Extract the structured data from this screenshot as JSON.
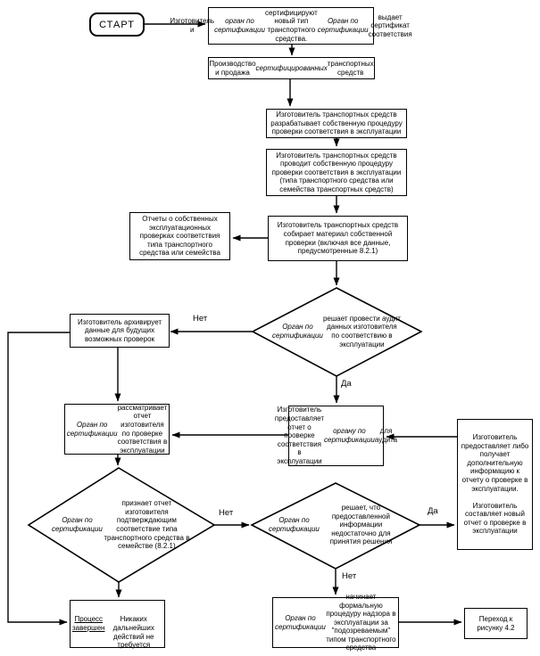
{
  "labels": {
    "yes": "Да",
    "no": "Нет"
  },
  "nodes": {
    "start": "СТАРТ",
    "certify": [
      {
        "t": "Изготовитель и "
      },
      {
        "t": "орган по сертификации",
        "i": 1
      },
      {
        "t": " сертифицируют новый тип транспортного средства. "
      },
      {
        "t": "Орган по сертификации",
        "i": 1
      },
      {
        "t": " выдает сертификат соответствия"
      }
    ],
    "production": [
      {
        "t": "Производство и продажа "
      },
      {
        "t": "сертифицированных",
        "i": 1
      },
      {
        "t": " транспортных средств"
      }
    ],
    "develop": "Изготовитель транспортных средств разрабатывает собственную процедуру проверки соответствия в эксплуатации",
    "conduct": "Изготовитель транспортных средств проводит собственную процедуру проверки соответствия в эксплуатации (типа транспортного средства или семейства транспортных средств)",
    "reports": "Отчеты о собственных эксплуатационных проверках соответствия типа транспортного средства или семейства",
    "collect": "Изготовитель транспортных средств собирает материал собственной проверки (включая все данные, предусмотренные 8.2.1)",
    "decide_audit": [
      {
        "t": "Орган по сертификации",
        "i": 1
      },
      {
        "t": " решает провести аудит данных изготовителя по соответствию в эксплуатации"
      }
    ],
    "archive": "Изготовитель архивирует данные для будущих возможных проверок",
    "review": [
      {
        "t": "Орган по сертификации",
        "i": 1
      },
      {
        "t": " рассматривает отчет изготовителя по проверке соответствия в эксплуатации"
      }
    ],
    "provide": [
      {
        "t": "Изготовитель предоставляет отчет о проверке соответствия в эксплуатации "
      },
      {
        "t": "органу по сертификации",
        "i": 1
      },
      {
        "t": " для аудита"
      }
    ],
    "extra_info": "Изготовитель предоставляет либо получает дополнительную информацию к отчету о проверке в эксплуатации.\n\nИзготовитель составляет новый отчет о проверке в эксплуатации",
    "recognize": [
      {
        "t": "Орган по сертификации",
        "i": 1
      },
      {
        "t": " признает отчет изготовителя подтверждающим соответствие типа транспортного средства в семействе (8.2.1)"
      }
    ],
    "insufficient": [
      {
        "t": "Орган по сертификации",
        "i": 1
      },
      {
        "t": " решает, что предоставленной информации недостаточно для принятия решения"
      }
    ],
    "done": [
      {
        "t": "Процесс завершен",
        "u": 1
      },
      {
        "t": "\n\nНикаких дальнейших действий не требуется"
      }
    ],
    "surveillance": [
      {
        "t": "Орган по сертификации",
        "i": 1
      },
      {
        "t": " начинает формальную процедуру надзора в эксплуатации за \"подозреваемым\" типом транспортного средства"
      }
    ],
    "goto": "Переход к рисунку 4.2"
  }
}
